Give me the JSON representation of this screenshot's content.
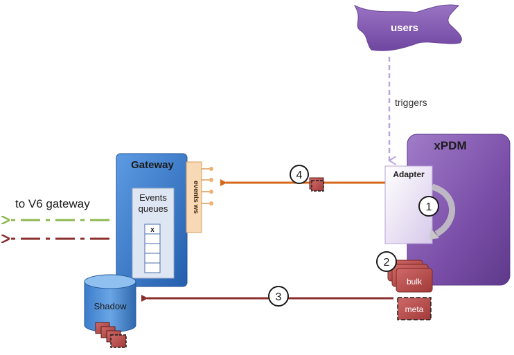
{
  "nodes": {
    "users": "users",
    "xpdm": "xPDM",
    "adapter": "Adapter",
    "gateway": "Gateway",
    "events_ws": "events ws",
    "events_queues_line1": "Events",
    "events_queues_line2": "queues",
    "queue_marker": "x",
    "shadow": "Shadow",
    "bulk": "bulk",
    "meta": "meta"
  },
  "edges": {
    "triggers": "triggers",
    "to_v6_gateway": "to V6 gateway"
  },
  "steps": [
    "1",
    "2",
    "3",
    "4"
  ],
  "colors": {
    "purple": "#7b4fa6",
    "gateway_blue": "#2f6fbd",
    "orange_arrow": "#d66a1a",
    "dark_red_arrow": "#8b2e2e",
    "green_dash": "#8db84f",
    "packet_red": "#b84a48"
  }
}
